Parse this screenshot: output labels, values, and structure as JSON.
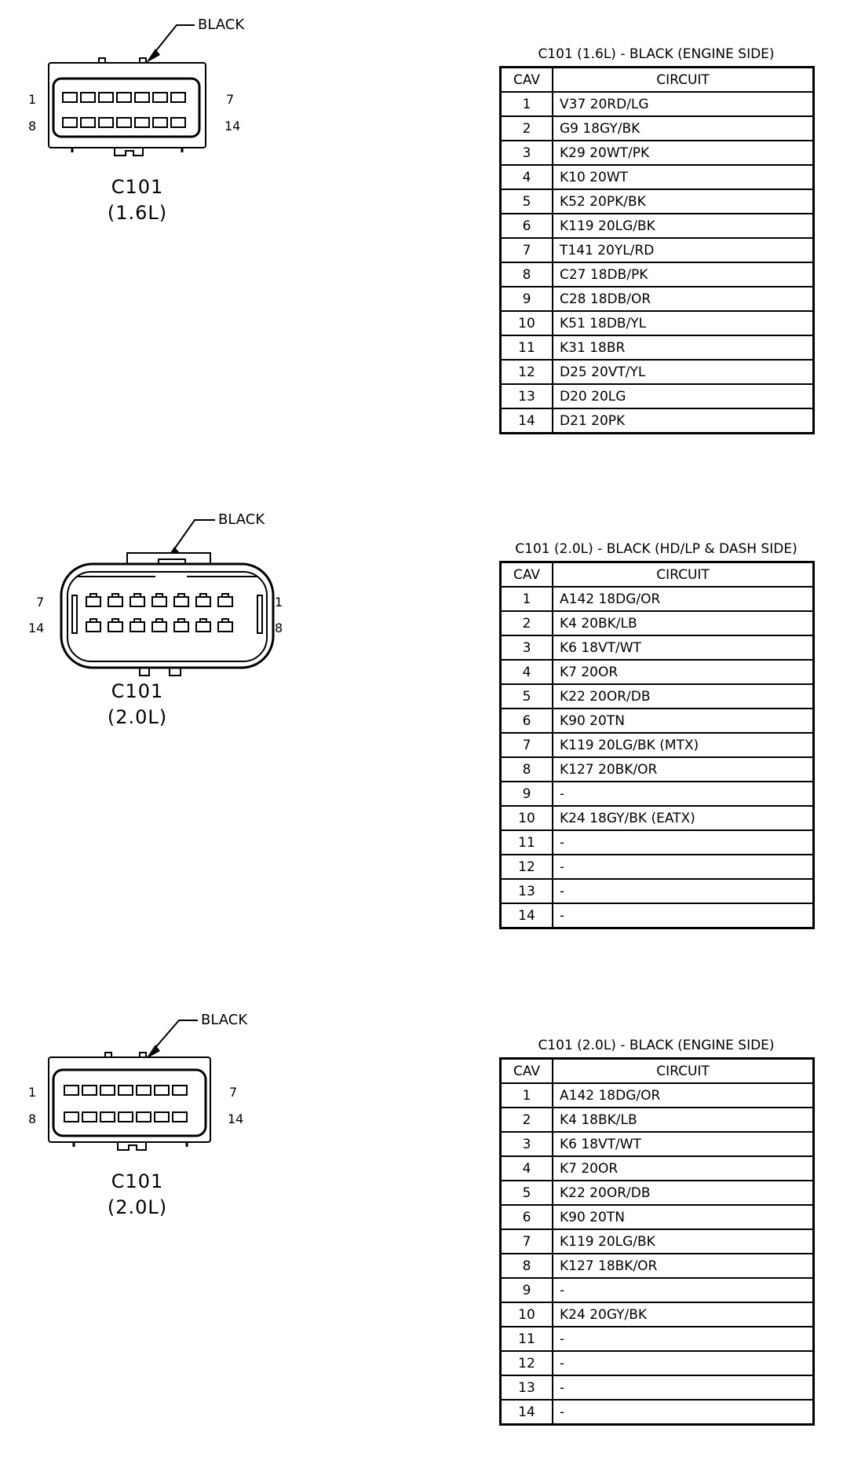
{
  "connectors": [
    {
      "id": "c101-16l-engine",
      "callout": "BLACK",
      "pin_labels": {
        "top_left": "1",
        "top_right": "7",
        "bottom_left": "8",
        "bottom_right": "14"
      },
      "caption_line1": "C101",
      "caption_line2": "(1.6L)",
      "table_title": "C101 (1.6L) - BLACK (ENGINE SIDE)",
      "headers": {
        "cav": "CAV",
        "circuit": "CIRCUIT"
      },
      "rows": [
        {
          "cav": "1",
          "circuit": "V37 20RD/LG"
        },
        {
          "cav": "2",
          "circuit": "G9 18GY/BK"
        },
        {
          "cav": "3",
          "circuit": "K29 20WT/PK"
        },
        {
          "cav": "4",
          "circuit": "K10 20WT"
        },
        {
          "cav": "5",
          "circuit": "K52 20PK/BK"
        },
        {
          "cav": "6",
          "circuit": "K119 20LG/BK"
        },
        {
          "cav": "7",
          "circuit": "T141 20YL/RD"
        },
        {
          "cav": "8",
          "circuit": "C27 18DB/PK"
        },
        {
          "cav": "9",
          "circuit": "C28 18DB/OR"
        },
        {
          "cav": "10",
          "circuit": "K51 18DB/YL"
        },
        {
          "cav": "11",
          "circuit": "K31 18BR"
        },
        {
          "cav": "12",
          "circuit": "D25 20VT/YL"
        },
        {
          "cav": "13",
          "circuit": "D20 20LG"
        },
        {
          "cav": "14",
          "circuit": "D21 20PK"
        }
      ]
    },
    {
      "id": "c101-20l-dash",
      "callout": "BLACK",
      "pin_labels": {
        "top_left": "7",
        "top_right": "1",
        "bottom_left": "14",
        "bottom_right": "8"
      },
      "caption_line1": "C101",
      "caption_line2": "(2.0L)",
      "table_title": "C101 (2.0L) - BLACK (HD/LP & DASH SIDE)",
      "headers": {
        "cav": "CAV",
        "circuit": "CIRCUIT"
      },
      "rows": [
        {
          "cav": "1",
          "circuit": "A142 18DG/OR"
        },
        {
          "cav": "2",
          "circuit": "K4 20BK/LB"
        },
        {
          "cav": "3",
          "circuit": "K6 18VT/WT"
        },
        {
          "cav": "4",
          "circuit": "K7 20OR"
        },
        {
          "cav": "5",
          "circuit": "K22 20OR/DB"
        },
        {
          "cav": "6",
          "circuit": "K90 20TN"
        },
        {
          "cav": "7",
          "circuit": "K119 20LG/BK (MTX)"
        },
        {
          "cav": "8",
          "circuit": "K127 20BK/OR"
        },
        {
          "cav": "9",
          "circuit": "-"
        },
        {
          "cav": "10",
          "circuit": "K24 18GY/BK (EATX)"
        },
        {
          "cav": "11",
          "circuit": "-"
        },
        {
          "cav": "12",
          "circuit": "-"
        },
        {
          "cav": "13",
          "circuit": "-"
        },
        {
          "cav": "14",
          "circuit": "-"
        }
      ]
    },
    {
      "id": "c101-20l-engine",
      "callout": "BLACK",
      "pin_labels": {
        "top_left": "1",
        "top_right": "7",
        "bottom_left": "8",
        "bottom_right": "14"
      },
      "caption_line1": "C101",
      "caption_line2": "(2.0L)",
      "table_title": "C101 (2.0L) - BLACK (ENGINE SIDE)",
      "headers": {
        "cav": "CAV",
        "circuit": "CIRCUIT"
      },
      "rows": [
        {
          "cav": "1",
          "circuit": "A142 18DG/OR"
        },
        {
          "cav": "2",
          "circuit": "K4 18BK/LB"
        },
        {
          "cav": "3",
          "circuit": "K6 18VT/WT"
        },
        {
          "cav": "4",
          "circuit": "K7 20OR"
        },
        {
          "cav": "5",
          "circuit": "K22 20OR/DB"
        },
        {
          "cav": "6",
          "circuit": "K90 20TN"
        },
        {
          "cav": "7",
          "circuit": "K119 20LG/BK"
        },
        {
          "cav": "8",
          "circuit": "K127 18BK/OR"
        },
        {
          "cav": "9",
          "circuit": "-"
        },
        {
          "cav": "10",
          "circuit": "K24 20GY/BK"
        },
        {
          "cav": "11",
          "circuit": "-"
        },
        {
          "cav": "12",
          "circuit": "-"
        },
        {
          "cav": "13",
          "circuit": "-"
        },
        {
          "cav": "14",
          "circuit": "-"
        }
      ]
    }
  ]
}
